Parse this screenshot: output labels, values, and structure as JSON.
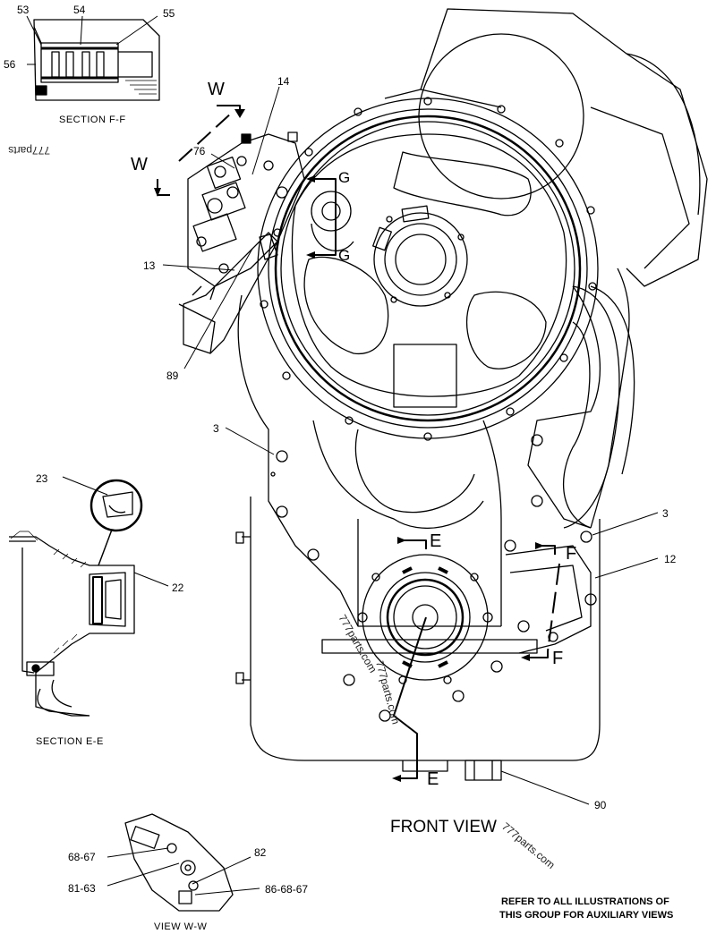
{
  "callouts": {
    "c53": "53",
    "c54": "54",
    "c55": "55",
    "c56": "56",
    "c14": "14",
    "c76": "76",
    "c13": "13",
    "c89": "89",
    "c3a": "3",
    "c3b": "3",
    "c12": "12",
    "c23": "23",
    "c22": "22",
    "c90": "90",
    "c6867": "68-67",
    "c82": "82",
    "c8163": "81-63",
    "c866867": "86-68-67"
  },
  "section_letters": {
    "w1": "W",
    "w2": "W",
    "g1": "G",
    "g2": "G",
    "e1": "E",
    "e2": "E",
    "f1": "F",
    "f2": "F"
  },
  "captions": {
    "section_ff": "SECTION  F-F",
    "section_ee": "SECTION  E-E",
    "view_ww": "VIEW  W-W",
    "front_view": "FRONT VIEW"
  },
  "watermarks": {
    "wm1": "777parts",
    "wm2": "777parts.com",
    "wm3": "777parts.com",
    "wm4": "777parts.com"
  },
  "note": {
    "line1": "REFER TO ALL ILLUSTRATIONS OF",
    "line2": "THIS GROUP FOR AUXILIARY VIEWS"
  }
}
